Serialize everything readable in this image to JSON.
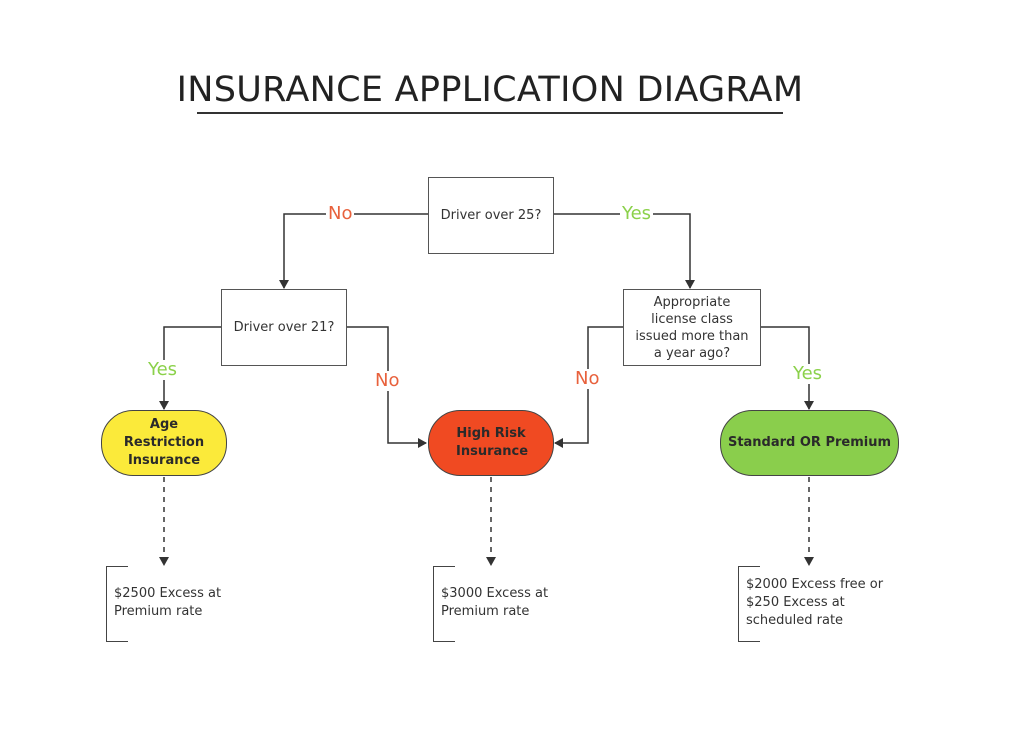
{
  "title": "INSURANCE APPLICATION DIAGRAM",
  "colors": {
    "no": "#e8613c",
    "yes": "#8bd14a",
    "age_restriction": "#fbea3a",
    "high_risk": "#f04a22",
    "standard": "#8ace4c"
  },
  "decisions": {
    "driver_over_25": "Driver over 25?",
    "driver_over_21": "Driver over 21?",
    "license_class": "Appropriate license class issued more than a year ago?"
  },
  "labels": {
    "no_top": "No",
    "yes_top": "Yes",
    "yes_left": "Yes",
    "no_left": "No",
    "no_right": "No",
    "yes_right": "Yes"
  },
  "outcomes": {
    "age_restriction": "Age Restriction Insurance",
    "high_risk": "High Risk Insurance",
    "standard": "Standard OR Premium"
  },
  "notes": {
    "age_restriction": [
      "$2500 Excess at",
      "Premium rate"
    ],
    "high_risk": [
      "$3000 Excess at",
      "Premium rate"
    ],
    "standard": [
      "$2000 Excess free or",
      "$250 Excess at",
      "scheduled rate"
    ]
  }
}
